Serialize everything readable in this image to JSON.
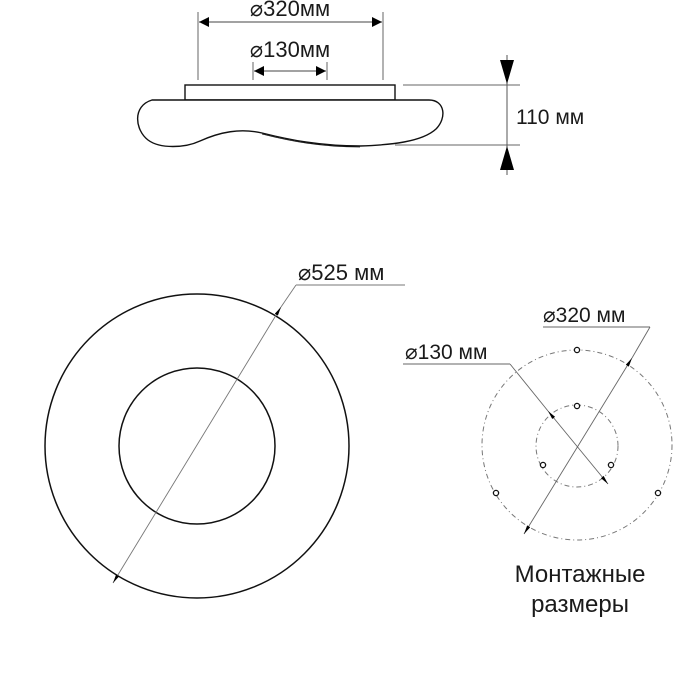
{
  "side_view": {
    "outer_mount_diameter_label": "⌀320мм",
    "inner_mount_diameter_label": "⌀130мм",
    "height_label": "110 мм"
  },
  "top_view": {
    "diameter_label": "⌀525 мм"
  },
  "mounting_view": {
    "outer_diameter_label": "⌀320 мм",
    "inner_diameter_label": "⌀130 мм",
    "caption_line1": "Монтажные",
    "caption_line2": "размеры"
  },
  "colors": {
    "line": "#1a1a1a",
    "dim_line": "#555555",
    "dashed": "#777777"
  }
}
